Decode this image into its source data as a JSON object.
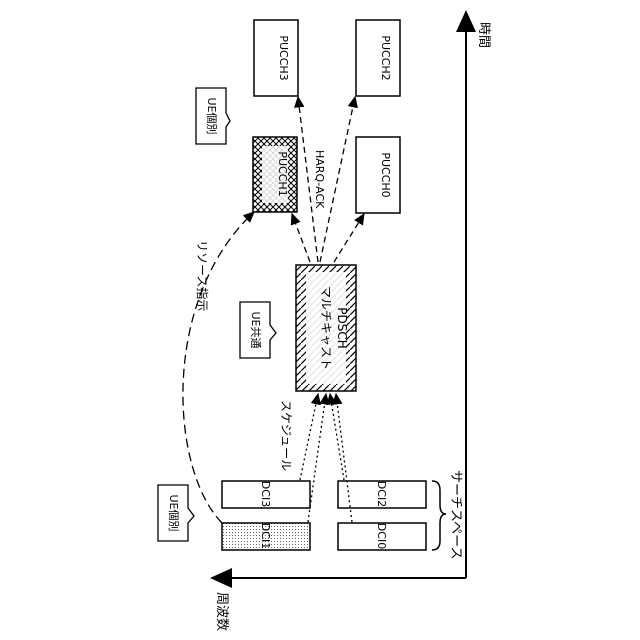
{
  "axes": {
    "time_label": "時間",
    "frequency_label": "周波数"
  },
  "blocks": {
    "pucch3": "PUCCH3",
    "pucch2": "PUCCH2",
    "pucch1": "PUCCH1",
    "pucch0": "PUCCH0",
    "pdsch_line1": "マルチキャスト",
    "pdsch_line2": "PDSCH",
    "dci3": "DCI3",
    "dci2": "DCI2",
    "dci1": "DCI1",
    "dci0": "DCI0"
  },
  "labels": {
    "ue_specific_top": "UE個別",
    "ue_common": "UE共通",
    "ue_specific_bottom": "UE個別",
    "harq_ack": "HARQ-ACK",
    "resource_indication": "リソース指示",
    "schedule": "スケジュール",
    "search_space": "サーチスペース"
  }
}
